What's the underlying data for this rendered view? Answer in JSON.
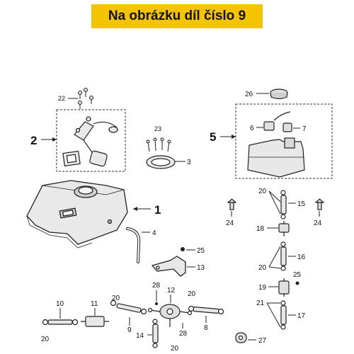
{
  "banner": {
    "text": "Na obrázku díl číslo 9"
  },
  "callouts": {
    "c1": "1",
    "c2": "2",
    "c3": "3",
    "c4": "4",
    "c5": "5",
    "c6": "6",
    "c7": "7",
    "c8": "8",
    "c9": "9",
    "c10": "10",
    "c11": "11",
    "c12": "12",
    "c13": "13",
    "c14": "14",
    "c15": "15",
    "c16": "16",
    "c17": "17",
    "c18": "18",
    "c19": "19",
    "c20": "20",
    "c21": "21",
    "c22": "22",
    "c23": "23",
    "c24": "24",
    "c25": "25",
    "c26": "26",
    "c27": "27",
    "c28": "28"
  },
  "colors": {
    "banner_bg": "#f5c400",
    "line": "#222222",
    "part_fill": "#e8e8e8"
  }
}
